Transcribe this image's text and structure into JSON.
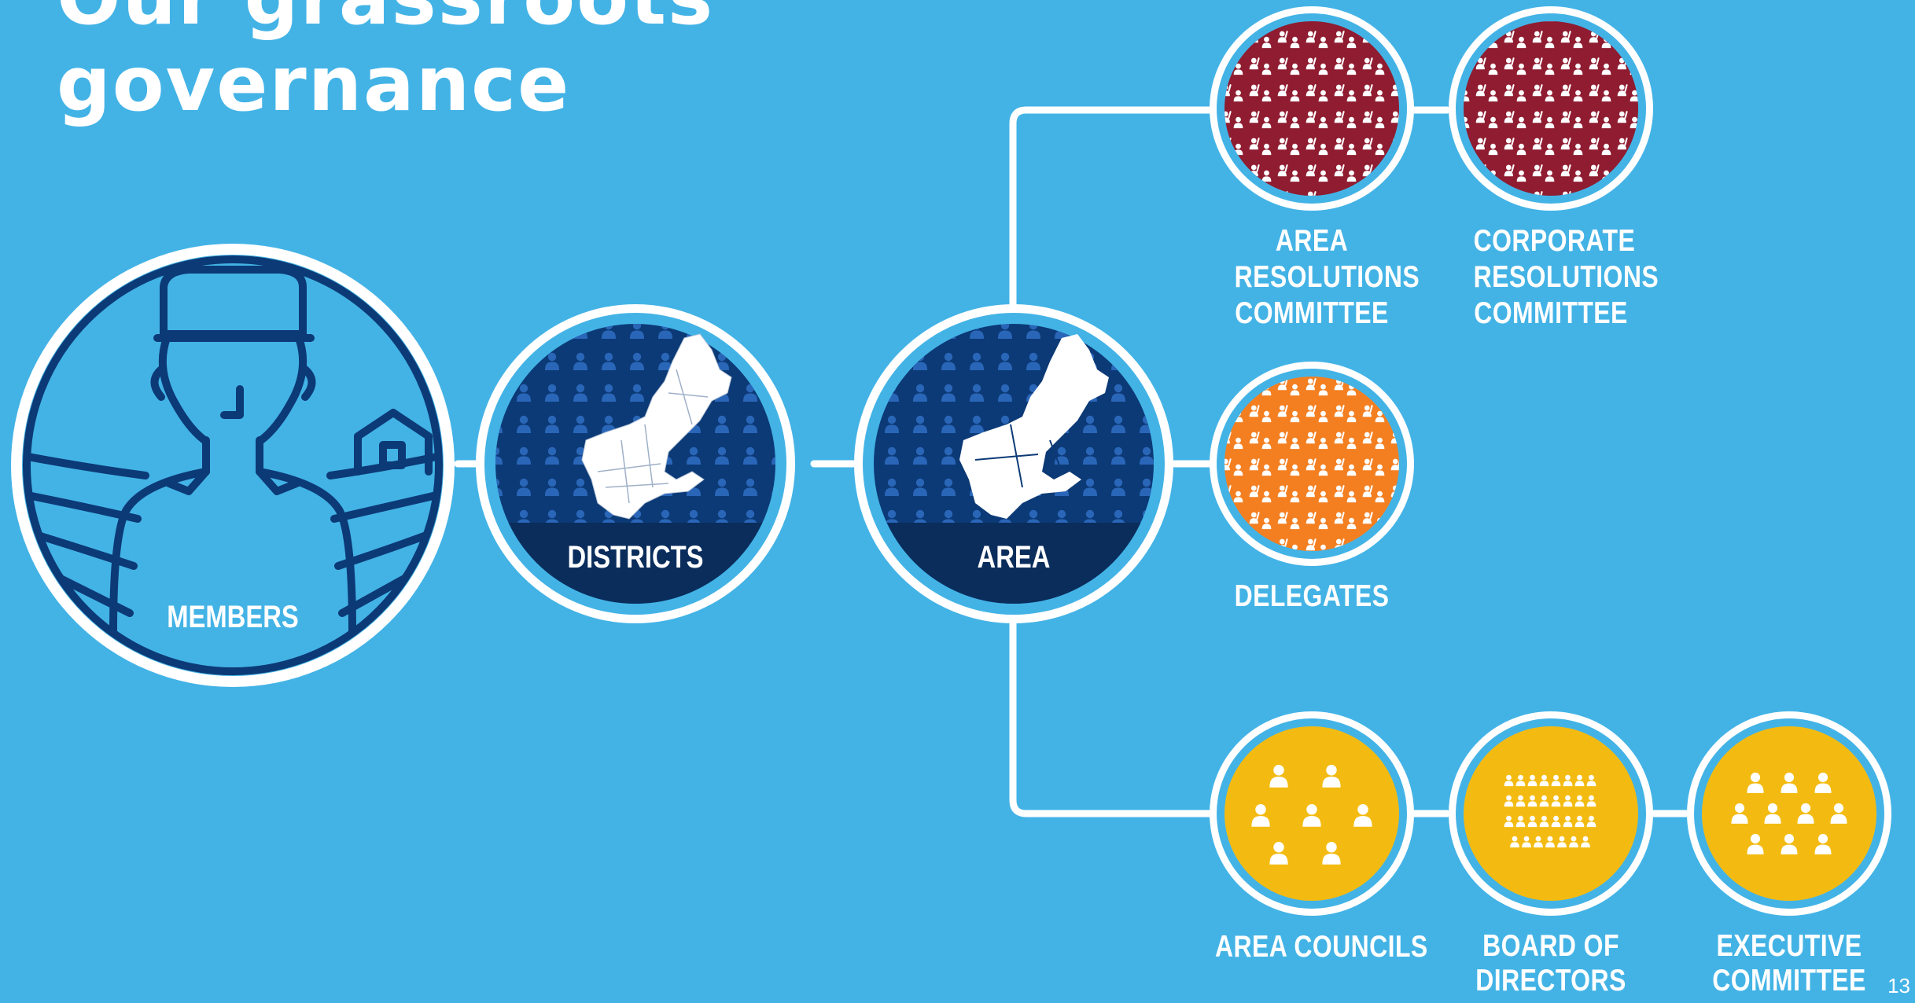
{
  "slide": {
    "title_lines": [
      "Our grassroots",
      "governance"
    ],
    "page_number": "13"
  },
  "colors": {
    "background": "#43b3e6",
    "navy": "#0c3a76",
    "navy_dark": "#0a2d5c",
    "maroon": "#8f1c30",
    "orange": "#f37f21",
    "gold": "#f3bb12",
    "white": "#ffffff"
  },
  "nodes": {
    "members": {
      "label": "MEMBERS",
      "icon": "farmer-icon"
    },
    "districts": {
      "label": "DISTRICTS",
      "icon": "district-map-icon"
    },
    "area": {
      "label": "AREA",
      "icon": "area-map-icon"
    },
    "area_resolutions": {
      "label_lines": [
        "AREA",
        "RESOLUTIONS",
        "COMMITTEE"
      ],
      "icon": "people-grid-icon"
    },
    "corporate_resolutions": {
      "label_lines": [
        "CORPORATE",
        "RESOLUTIONS",
        "COMMITTEE"
      ],
      "icon": "people-grid-icon"
    },
    "delegates": {
      "label": "DELEGATES",
      "icon": "people-grid-icon"
    },
    "area_councils": {
      "label": "AREA COUNCILS",
      "icon": "people-group-icon"
    },
    "board_of_directors": {
      "label_lines": [
        "BOARD OF",
        "DIRECTORS"
      ],
      "icon": "people-rows-icon"
    },
    "executive_committee": {
      "label_lines": [
        "EXECUTIVE",
        "COMMITTEE"
      ],
      "icon": "people-rows-icon"
    }
  }
}
